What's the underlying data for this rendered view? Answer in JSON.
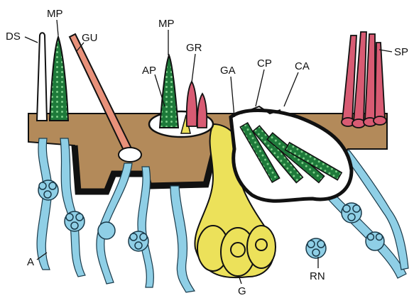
{
  "labels": {
    "DS": "DS",
    "MP": "MP",
    "GU": "GU",
    "MP2": "MP",
    "GR": "GR",
    "AP": "AP",
    "GA": "GA",
    "CP": "CP",
    "CA": "CA",
    "SP": "SP",
    "A": "A",
    "RN": "RN",
    "G": "G"
  },
  "colors": {
    "cuticle": "#b38a5a",
    "nerve": "#8fcfe6",
    "ganglion": "#ece15a",
    "sensillum_green": "#1e7a3a",
    "sensillum_pink": "#d85b73",
    "gustatory": "#e8917a"
  }
}
